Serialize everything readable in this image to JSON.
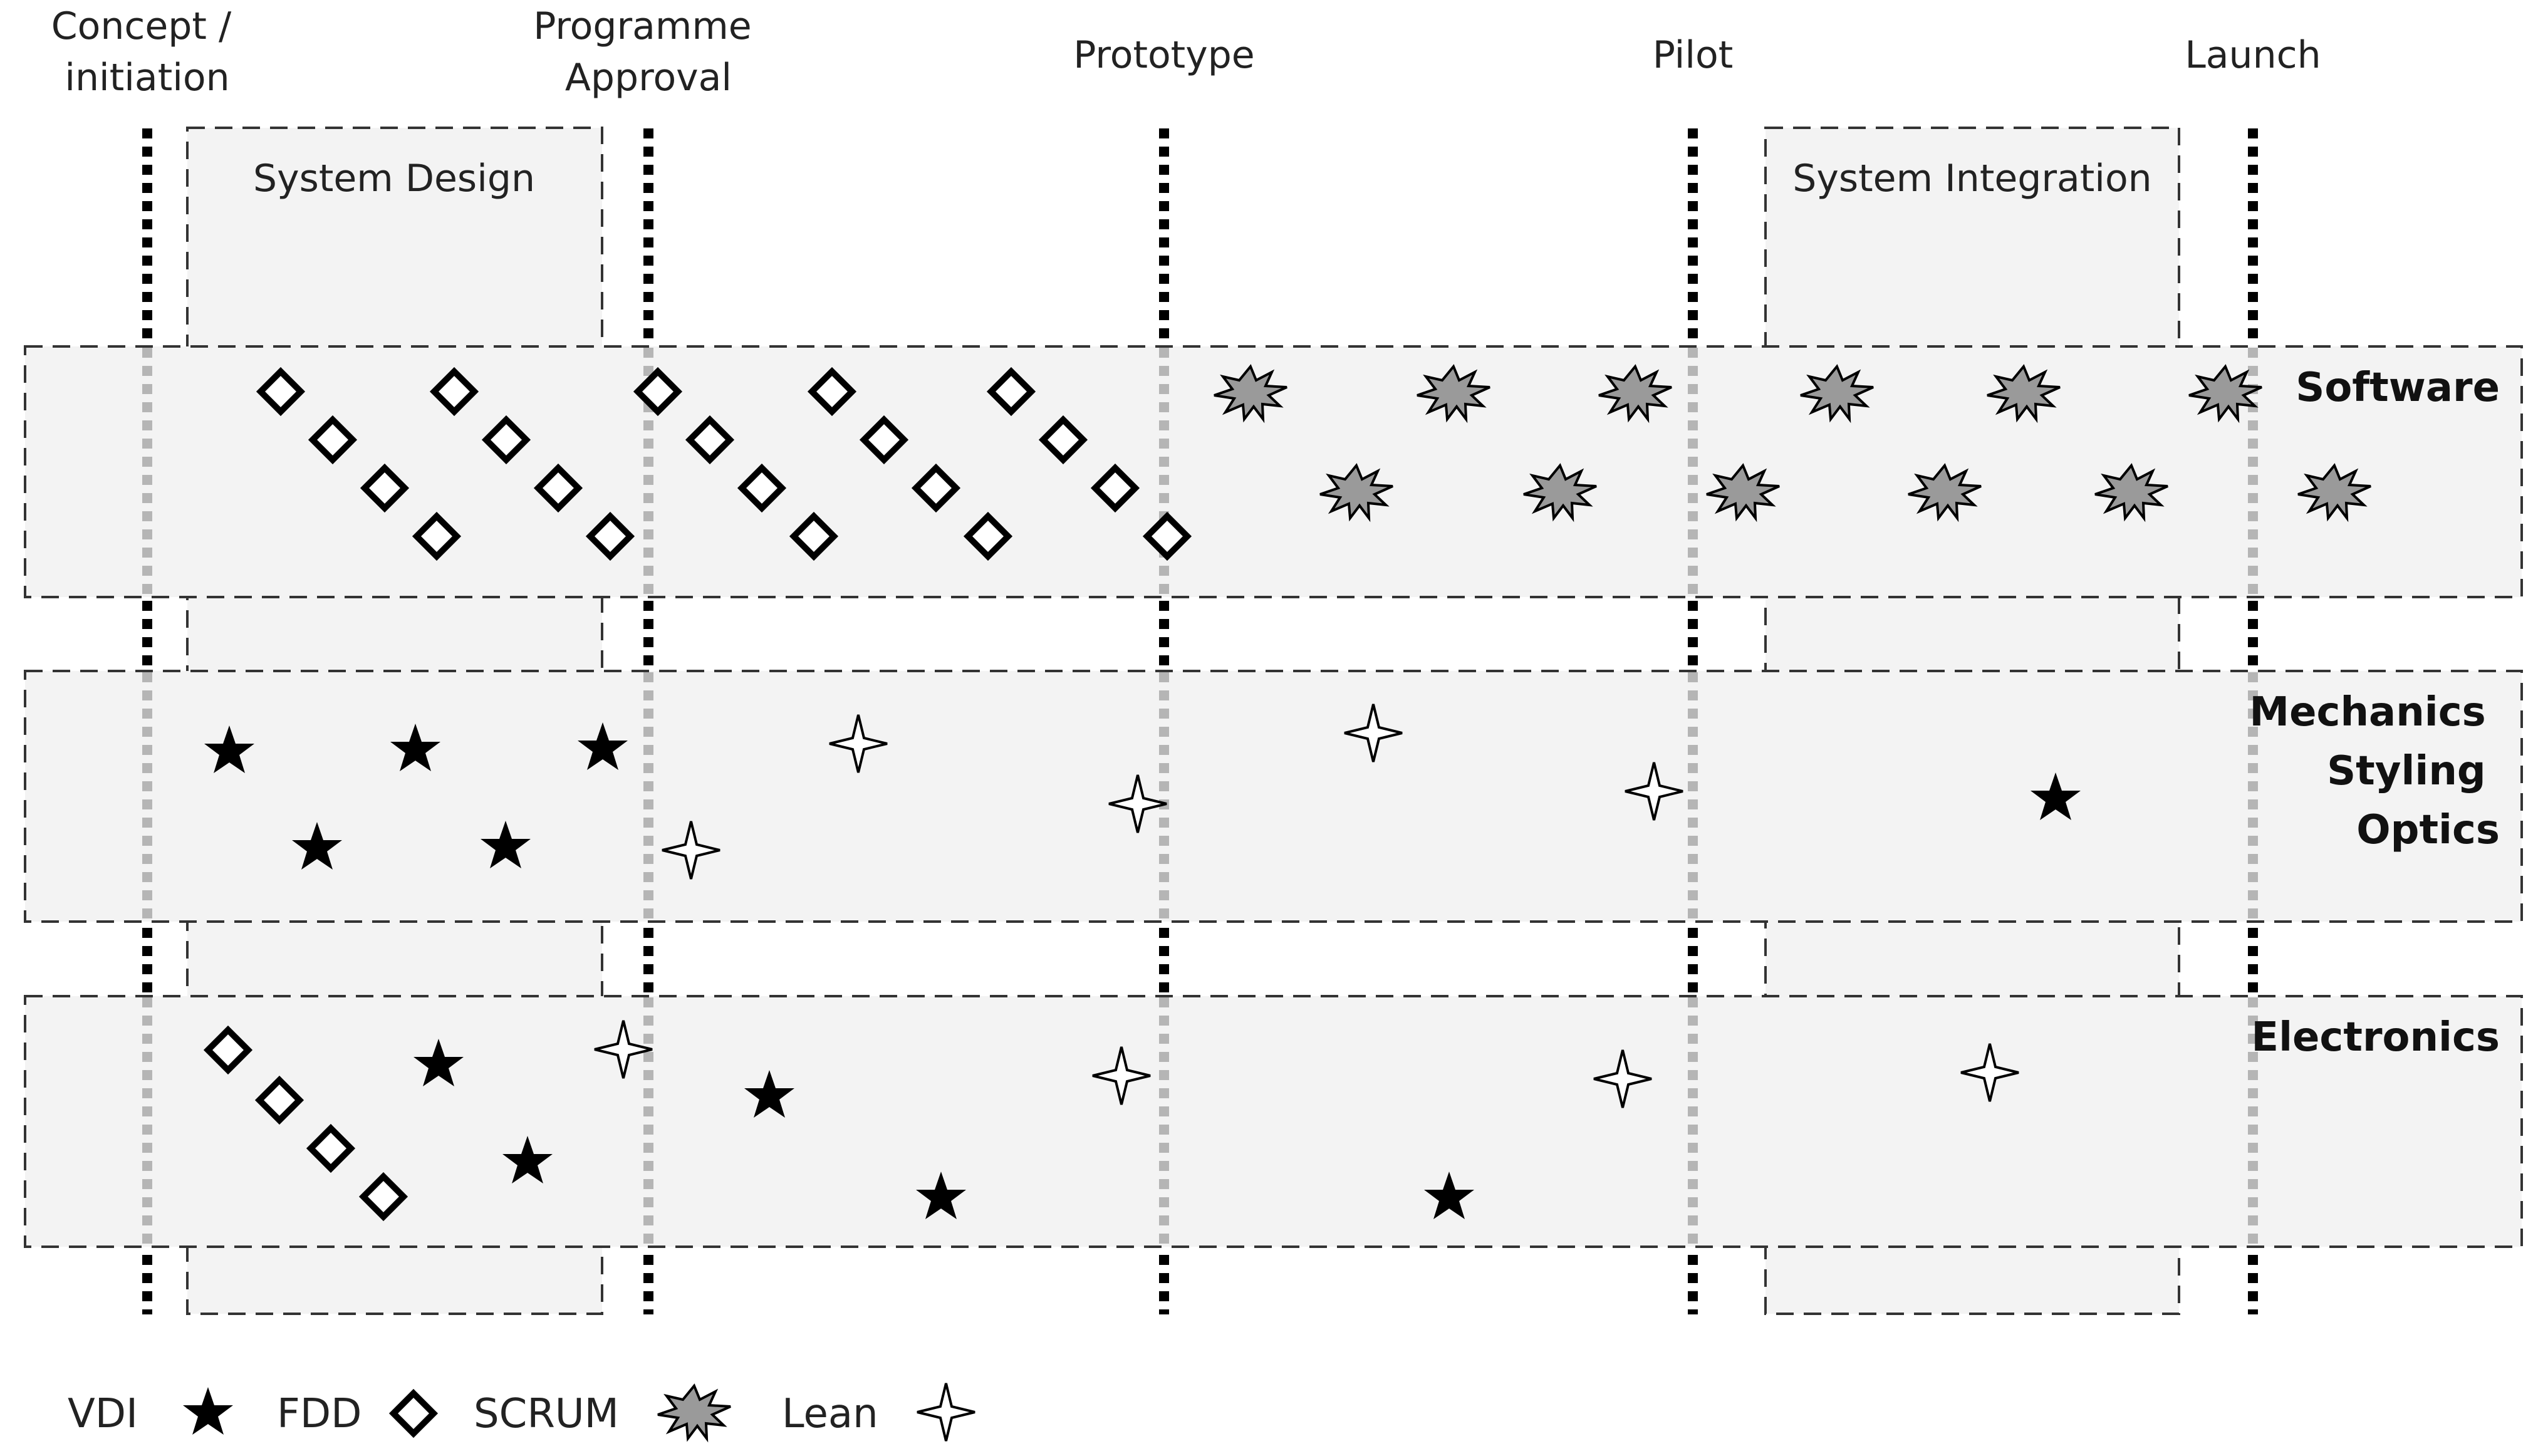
{
  "milestones": [
    {
      "label_lines": [
        "Concept /",
        "initiation"
      ]
    },
    {
      "label_lines": [
        "Programme",
        "Approval"
      ]
    },
    {
      "label_lines": [
        "Prototype"
      ]
    },
    {
      "label_lines": [
        "Pilot"
      ]
    },
    {
      "label_lines": [
        "Launch"
      ]
    }
  ],
  "phases": [
    {
      "label": "System Design"
    },
    {
      "label": "System Integration"
    }
  ],
  "lanes": [
    {
      "label_lines": [
        "Software"
      ]
    },
    {
      "label_lines": [
        "Mechanics",
        "Styling",
        "Optics"
      ]
    },
    {
      "label_lines": [
        "Electronics"
      ]
    }
  ],
  "legend": [
    {
      "label": "VDI",
      "shape": "filled-star"
    },
    {
      "label": "FDD",
      "shape": "diamond"
    },
    {
      "label": "SCRUM",
      "shape": "burst"
    },
    {
      "label": "Lean",
      "shape": "four-point-star"
    }
  ],
  "colors": {
    "band_fill": "#f3f3f3",
    "milestone_line": "#000000",
    "milestone_line_light": "#b5b5b5",
    "burst_fill": "#9a9a9a"
  }
}
